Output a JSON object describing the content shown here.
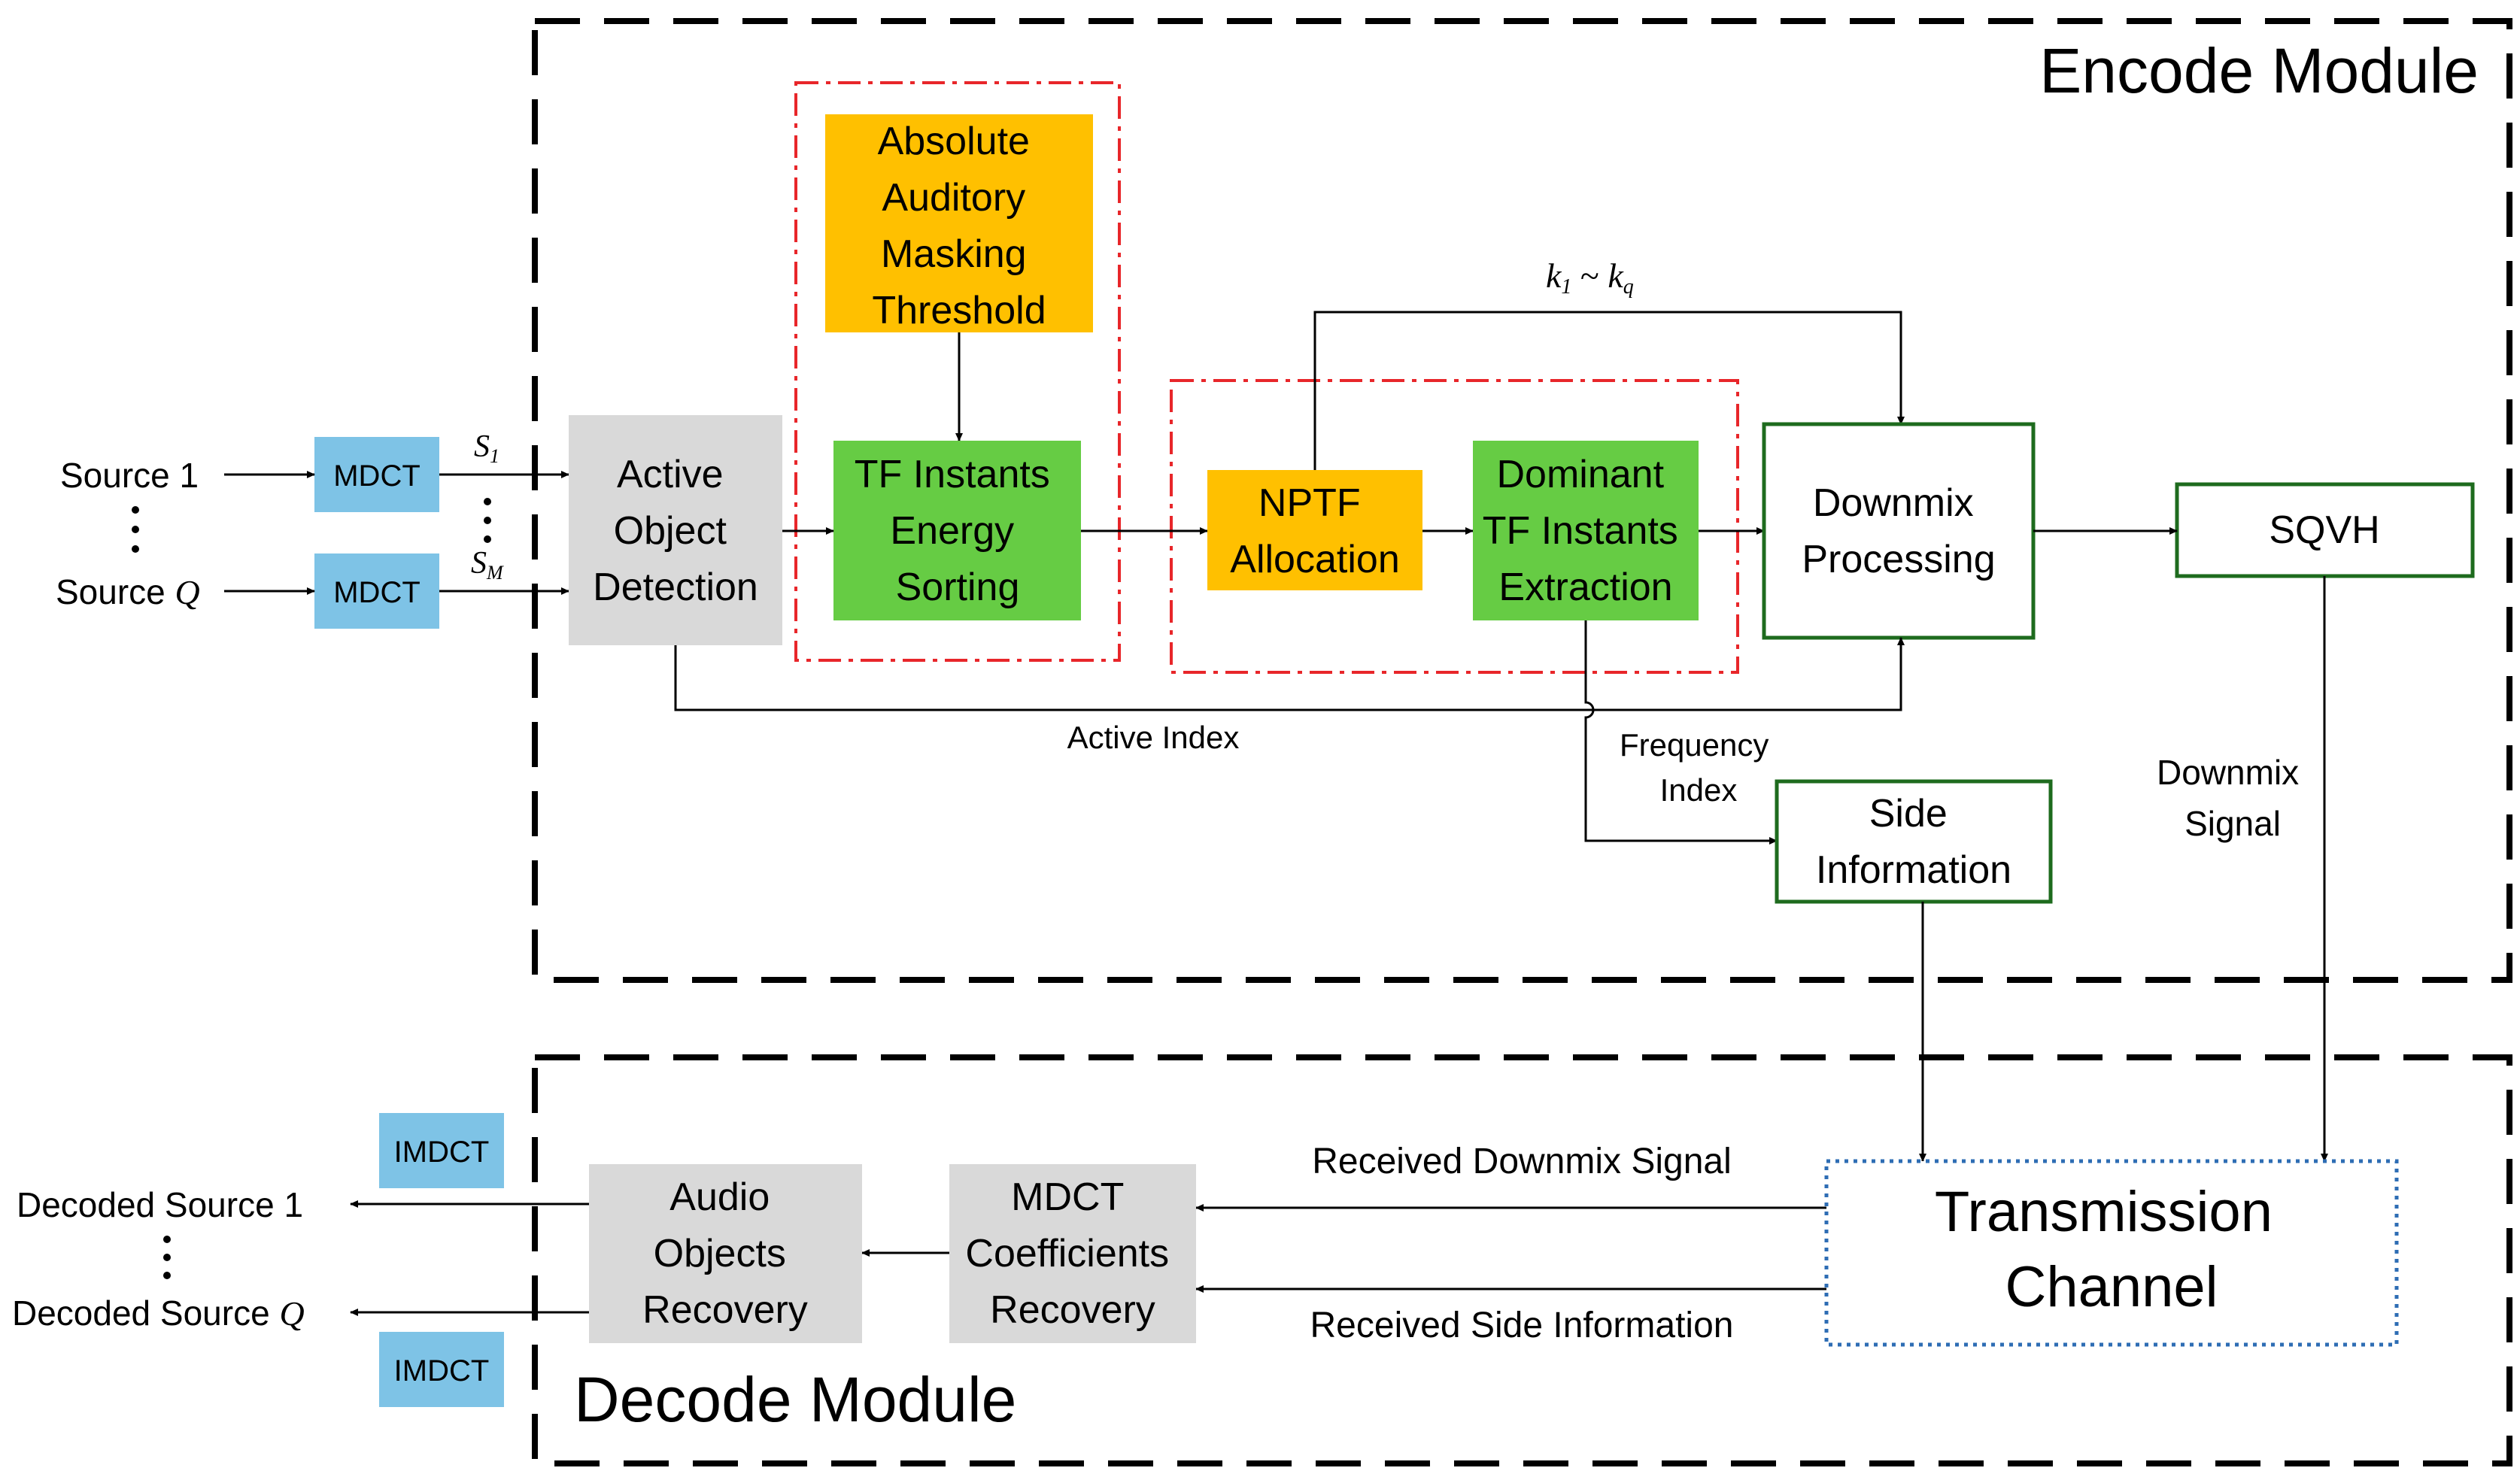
{
  "encode_module": {
    "title": "Encode Module"
  },
  "decode_module": {
    "title": "Decode Module"
  },
  "inputs": {
    "source_first": "Source 1",
    "source_last_prefix": "Source ",
    "source_last_var": "Q",
    "mdct": "MDCT",
    "s1_var": "S",
    "s1_sub": "1",
    "sm_var": "S",
    "sm_sub": "M"
  },
  "blocks": {
    "active_object_detection": [
      "Active",
      "Object",
      "Detection"
    ],
    "absolute_auditory_masking_threshold": [
      "Absolute",
      "Auditory",
      "Masking",
      "Threshold"
    ],
    "tf_instants_energy_sorting": [
      "TF Instants",
      "Energy",
      "Sorting"
    ],
    "nptf_allocation": [
      "NPTF",
      "Allocation"
    ],
    "dominant_tf_instants_extraction": [
      "Dominant",
      "TF Instants",
      "Extraction"
    ],
    "downmix_processing": [
      "Downmix",
      "Processing"
    ],
    "sqvh": "SQVH",
    "side_information": [
      "Side",
      "Information"
    ],
    "transmission_channel": [
      "Transmission",
      "Channel"
    ],
    "mdct_coefficients_recovery": [
      "MDCT",
      "Coefficients",
      "Recovery"
    ],
    "audio_objects_recovery": [
      "Audio",
      "Objects",
      "Recovery"
    ],
    "imdct": "IMDCT"
  },
  "edge_labels": {
    "k_range": {
      "k1_var": "k",
      "k1_sub": "1",
      "tilde": "~",
      "kq_var": "k",
      "kq_sub": "q"
    },
    "active_index": "Active Index",
    "frequency_index": [
      "Frequency",
      "Index"
    ],
    "downmix_signal": [
      "Downmix",
      "Signal"
    ],
    "received_downmix_signal": "Received Downmix Signal",
    "received_side_information": "Received Side Information"
  },
  "outputs": {
    "decoded_first": "Decoded Source 1",
    "decoded_last_prefix": "Decoded Source ",
    "decoded_last_var": "Q"
  },
  "colors": {
    "orange": "#FFC000",
    "green": "#66CC44",
    "gray": "#D9D9D9",
    "blue": "#7EC3E6",
    "dark_green_border": "#1E6B1E",
    "red_dashdot": "#E8262A",
    "transmission_border": "#2E6DB4"
  }
}
